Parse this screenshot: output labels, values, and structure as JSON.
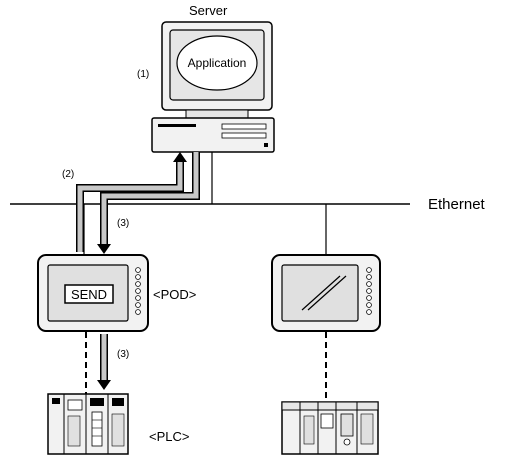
{
  "labels": {
    "server": "Server",
    "application": "Application",
    "step1": "(1)",
    "step2": "(2)",
    "step3_upper": "(3)",
    "step3_lower": "(3)",
    "ethernet": "Ethernet",
    "send": "SEND",
    "pod": "<POD>",
    "plc": "<PLC>"
  }
}
